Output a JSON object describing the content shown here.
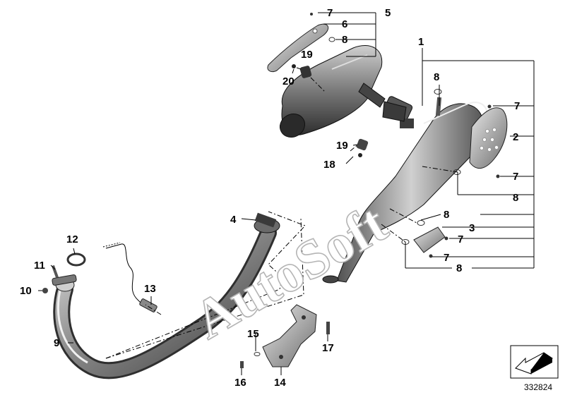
{
  "watermark": "AutoSoft",
  "diagram_number": "332824",
  "callouts": {
    "c1": "1",
    "c2": "2",
    "c3": "3",
    "c4": "4",
    "c5": "5",
    "c6": "6",
    "c7a": "7",
    "c7b": "7",
    "c7c": "7",
    "c7d": "7",
    "c7e": "7",
    "c8a": "8",
    "c8b": "8",
    "c8c": "8",
    "c8d": "8",
    "c8e": "8",
    "c9": "9",
    "c10": "10",
    "c11": "11",
    "c12": "12",
    "c13": "13",
    "c14": "14",
    "c15": "15",
    "c16": "16",
    "c17": "17",
    "c18": "18",
    "c19a": "19",
    "c19b": "19",
    "c20": "20"
  },
  "colors": {
    "part_dark": "#5a5a5a",
    "part_mid": "#8c8c8c",
    "part_light": "#d8d8d8",
    "line": "#000000"
  },
  "icons": {
    "orientation": "arrow-orientation-icon"
  }
}
